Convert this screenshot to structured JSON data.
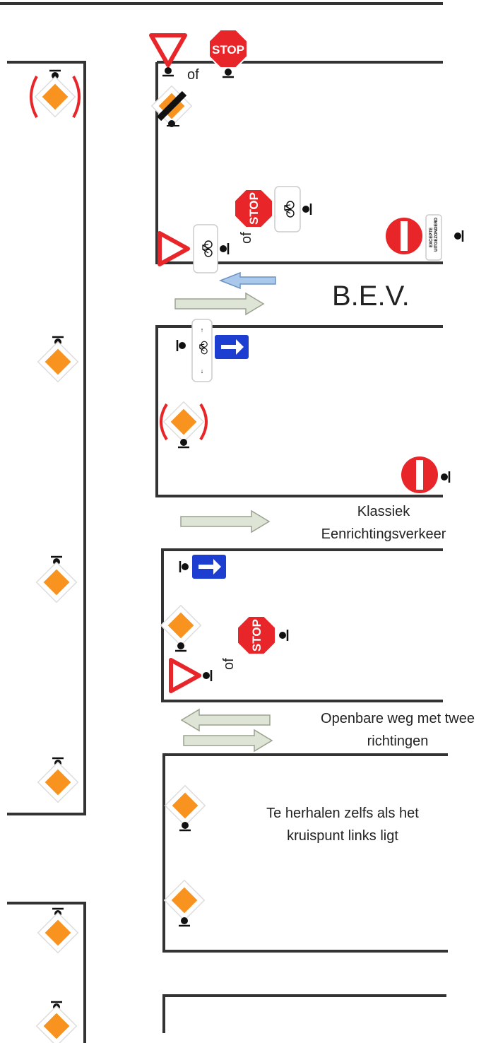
{
  "labels": {
    "of": "of",
    "bev": "B.E.V.",
    "klassiek_line1": "Klassiek",
    "klassiek_line2": "Eenrichtingsverkeer",
    "openbare_line1": "Openbare weg met twee",
    "openbare_line2": "richtingen",
    "herhalen_line1": "Te herhalen zelfs als het",
    "herhalen_line2": "kruispunt links ligt",
    "stop": "STOP",
    "excepte_line1": "EXCEPTE",
    "excepte_line2": "UITGEZONDERD"
  },
  "icons": [
    "give-way-sign",
    "stop-sign",
    "priority-road-sign",
    "end-of-priority-road-sign",
    "no-entry-sign",
    "one-way-sign",
    "bicycle-subplate",
    "flow-arrow"
  ],
  "colors": {
    "road": "#333333",
    "sign_red": "#e8262a",
    "priority_orange": "#f7931e",
    "one_way_blue": "#1d3fd1",
    "arrow_green": "#dfe5d6",
    "arrow_blue": "#a9c8ec"
  }
}
